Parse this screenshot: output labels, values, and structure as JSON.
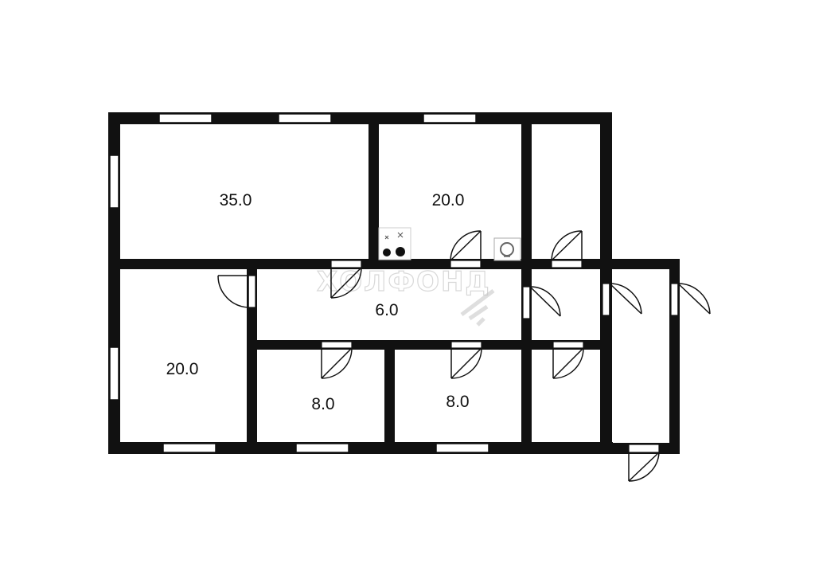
{
  "colors": {
    "wall": "#111111",
    "background": "#ffffff",
    "door": "#111111",
    "watermark": "#c8c8c8"
  },
  "rooms": [
    {
      "id": "living",
      "area": "35.0"
    },
    {
      "id": "kitchen",
      "area": "20.0"
    },
    {
      "id": "hall",
      "area": "6.0"
    },
    {
      "id": "bedroom-left",
      "area": "20.0"
    },
    {
      "id": "bedroom-small-1",
      "area": "8.0"
    },
    {
      "id": "bedroom-small-2",
      "area": "8.0"
    }
  ],
  "fixtures": [
    "stove-icon",
    "sink-icon"
  ],
  "watermark": {
    "text": "ХОЛФОНД"
  }
}
